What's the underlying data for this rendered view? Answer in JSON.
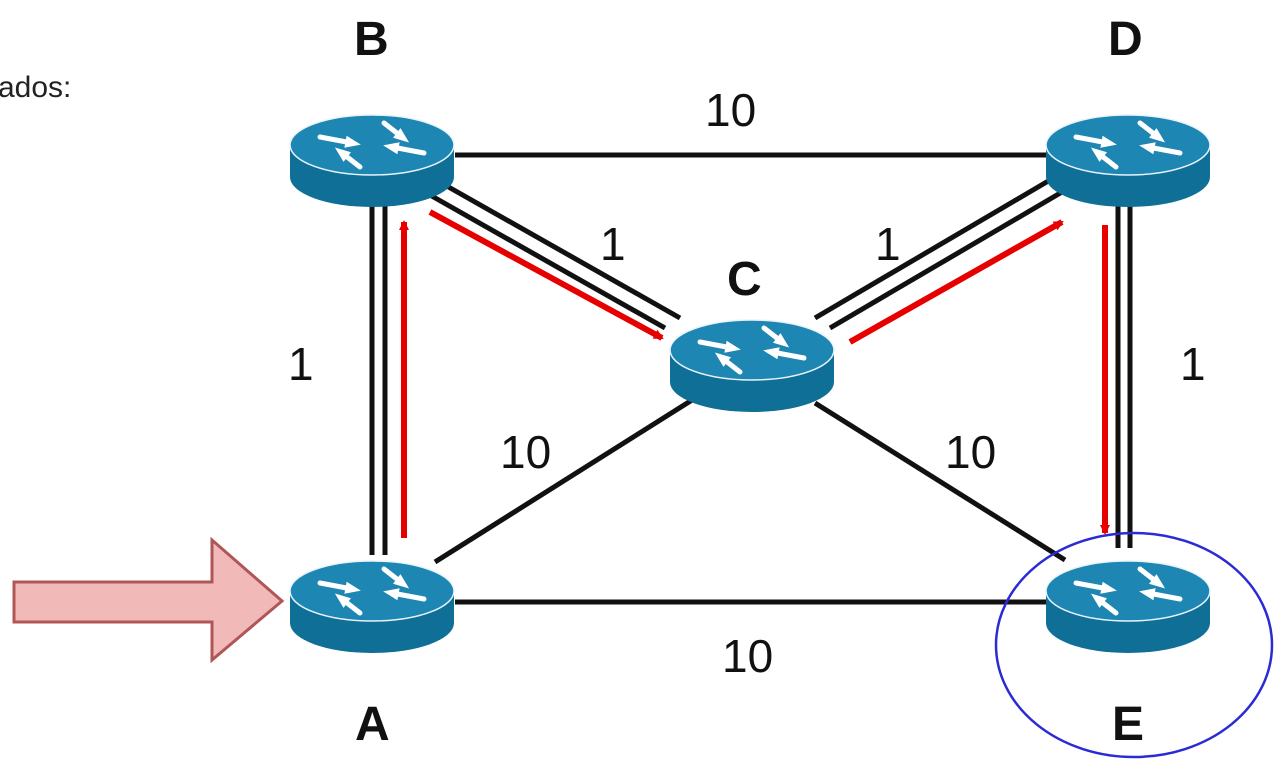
{
  "caption": "ados:",
  "colors": {
    "router_body": "#0f6f97",
    "router_top": "#1e86b3",
    "link": "#111111",
    "path_arrow": "#e60000",
    "entry_arrow_fill": "#f2b9b9",
    "entry_arrow_stroke": "#b05656",
    "highlight_circle": "#2b2bd6"
  },
  "routers": [
    {
      "id": "A",
      "label": "A"
    },
    {
      "id": "B",
      "label": "B"
    },
    {
      "id": "C",
      "label": "C"
    },
    {
      "id": "D",
      "label": "D"
    },
    {
      "id": "E",
      "label": "E",
      "highlighted": true
    }
  ],
  "links": [
    {
      "id": "B-D",
      "from": "B",
      "to": "D",
      "cost": "10"
    },
    {
      "id": "B-C",
      "from": "B",
      "to": "C",
      "cost": "1"
    },
    {
      "id": "C-D",
      "from": "C",
      "to": "D",
      "cost": "1"
    },
    {
      "id": "A-B",
      "from": "A",
      "to": "B",
      "cost": "1"
    },
    {
      "id": "D-E",
      "from": "D",
      "to": "E",
      "cost": "1"
    },
    {
      "id": "A-C",
      "from": "A",
      "to": "C",
      "cost": "10"
    },
    {
      "id": "C-E",
      "from": "C",
      "to": "E",
      "cost": "10"
    },
    {
      "id": "A-E",
      "from": "A",
      "to": "E",
      "cost": "10"
    }
  ],
  "path": [
    "A",
    "B",
    "C",
    "D",
    "E"
  ],
  "entry_point": "A"
}
